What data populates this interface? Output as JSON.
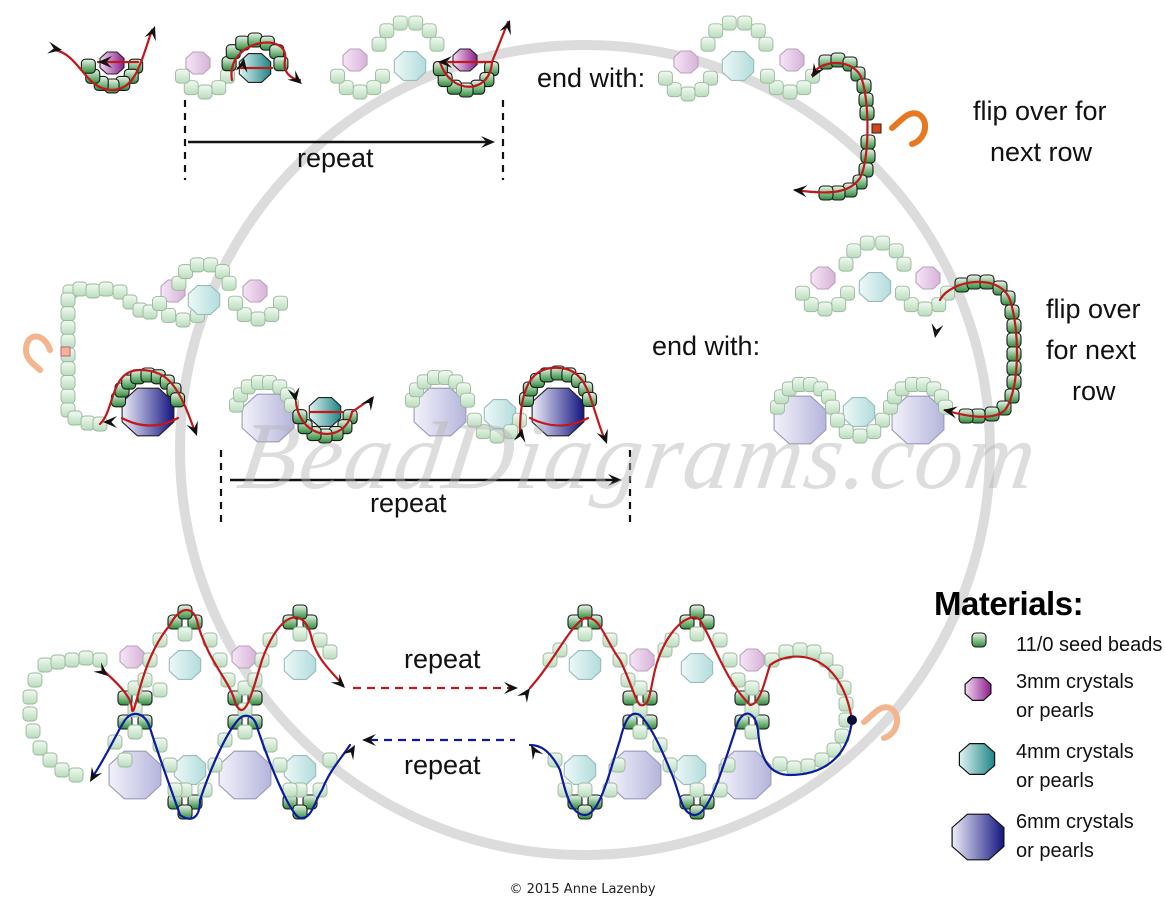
{
  "diagram": {
    "title": "Bead weaving pattern diagram",
    "watermark": "BeadDiagrams.com",
    "copyright": "© 2015 Anne Lazenby",
    "colors": {
      "seed_bead": "#2e8b3a",
      "seed_bead_ghost": "#cfe8d2",
      "crystal_3mm": "#9b2f9b",
      "crystal_4mm": "#2a8f8f",
      "crystal_6mm": "#1a1a8c",
      "thread_pass_1": "#c0181b",
      "thread_pass_2": "#0b1c9c",
      "needle": "#e87722",
      "needle_faded": "#f2b58e",
      "watermark_ring": "#d9d9d9"
    }
  },
  "row1": {
    "repeat_label": "repeat",
    "end_label": "end with:",
    "flip_label_line1": "flip over for",
    "flip_label_line2": "next row"
  },
  "row2": {
    "repeat_label": "repeat",
    "end_label": "end with:",
    "flip_label_line1": "flip over",
    "flip_label_line2": "for next",
    "flip_label_line3": "row"
  },
  "row3": {
    "repeat_top_label": "repeat",
    "repeat_bottom_label": "repeat"
  },
  "legend": {
    "title": "Materials:",
    "items": [
      {
        "icon": "seed-bead-icon",
        "line1": "11/0 seed beads",
        "line2": ""
      },
      {
        "icon": "crystal-3mm-icon",
        "line1": "3mm crystals",
        "line2": "or pearls"
      },
      {
        "icon": "crystal-4mm-icon",
        "line1": "4mm crystals",
        "line2": "or pearls"
      },
      {
        "icon": "crystal-6mm-icon",
        "line1": "6mm crystals",
        "line2": "or pearls"
      }
    ]
  }
}
